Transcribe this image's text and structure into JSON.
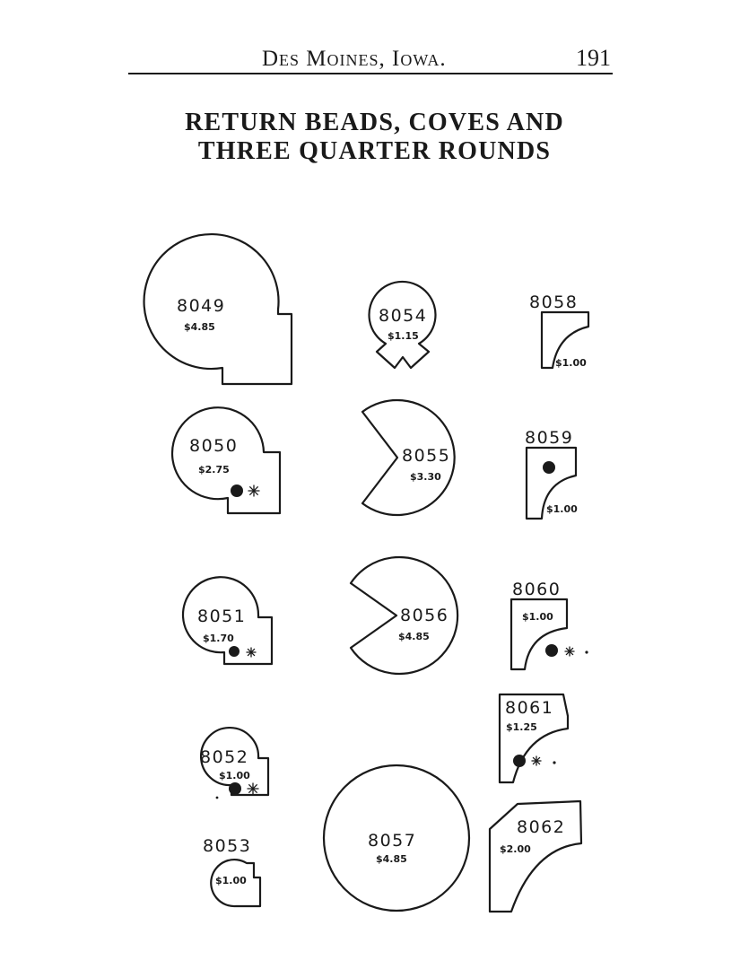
{
  "header": {
    "place": "Des Moines, Iowa.",
    "page_number": "191"
  },
  "title": {
    "line1": "RETURN BEADS, COVES AND",
    "line2": "THREE QUARTER ROUNDS"
  },
  "profiles": {
    "p8049": {
      "number": "8049",
      "price": "$4.85"
    },
    "p8054": {
      "number": "8054",
      "price": "$1.15"
    },
    "p8058": {
      "number": "8058",
      "price": "$1.00"
    },
    "p8050": {
      "number": "8050",
      "price": "$2.75"
    },
    "p8055": {
      "number": "8055",
      "price": "$3.30"
    },
    "p8059": {
      "number": "8059",
      "price": "$1.00"
    },
    "p8051": {
      "number": "8051",
      "price": "$1.70"
    },
    "p8056": {
      "number": "8056",
      "price": "$4.85"
    },
    "p8060": {
      "number": "8060",
      "price": "$1.00"
    },
    "p8061": {
      "number": "8061",
      "price": "$1.25"
    },
    "p8052": {
      "number": "8052",
      "price": "$1.00"
    },
    "p8053": {
      "number": "8053",
      "price": "$1.00"
    },
    "p8057": {
      "number": "8057",
      "price": "$4.85"
    },
    "p8062": {
      "number": "8062",
      "price": "$2.00"
    }
  }
}
